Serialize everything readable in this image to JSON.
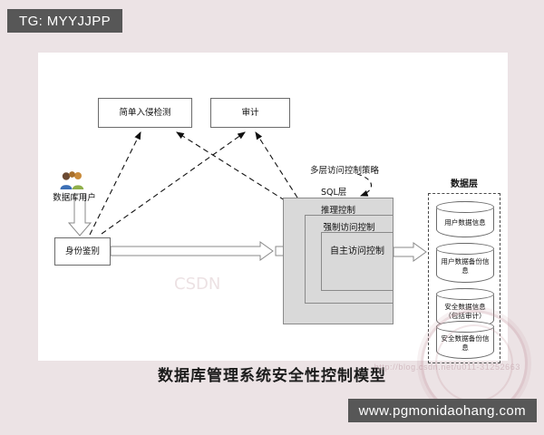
{
  "watermarks": {
    "telegram_badge": "TG: MYYJJPP",
    "site_badge": "www.pgmonidaohang.com",
    "faint_text": "http://blog.csdn.net/u011-31252663",
    "faint_text_center": "CSDN"
  },
  "diagram": {
    "caption": "数据库管理系统安全性控制模型",
    "nodes": {
      "intrusion_detection": "简单入侵检测",
      "audit": "审计",
      "identity_auth": "身份鉴别",
      "users_label": "数据库用户"
    },
    "panel": {
      "inference_control": "推理控制",
      "mandatory_access_control": "强制访问控制",
      "discretionary_access_control": "自主访问控制"
    },
    "free_labels": {
      "multilayer_policy": "多层访问控制策略",
      "sql_layer": "SQL层"
    },
    "data_layer": {
      "title": "数据层",
      "stores": [
        "用户数据信息",
        "用户数据备份信息",
        "安全数据信息（包括审计）",
        "安全数据备份信息"
      ]
    }
  },
  "colors": {
    "page_background": "#ece3e5",
    "canvas": "#ffffff",
    "panel_fill": "#d9d9d9",
    "badge_fill": "#575757",
    "stroke": "#6b6b6b"
  }
}
